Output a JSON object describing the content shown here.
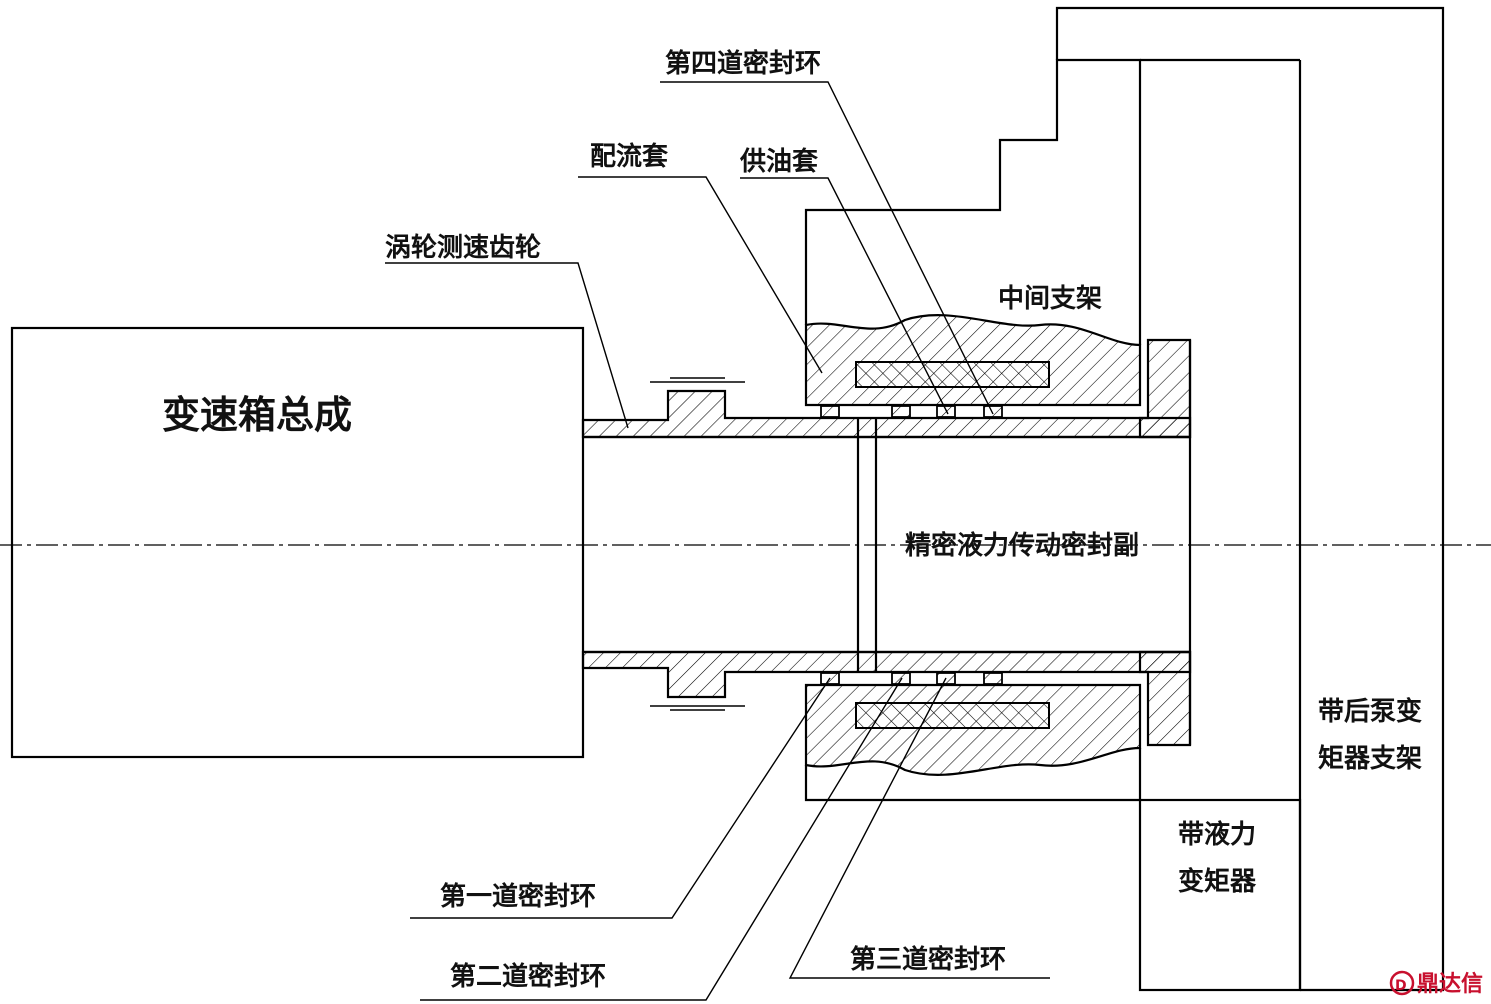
{
  "labels": {
    "gearbox_assembly": "变速箱总成",
    "turbine_speed_gear": "涡轮测速齿轮",
    "distribution_sleeve": "配流套",
    "oil_supply_sleeve": "供油套",
    "fourth_seal_ring": "第四道密封环",
    "middle_bracket": "中间支架",
    "precision_seal_pair": "精密液力传动密封副",
    "first_seal_ring": "第一道密封环",
    "second_seal_ring": "第二道密封环",
    "third_seal_ring": "第三道密封环",
    "torque_converter_line1": "带液力",
    "torque_converter_line2": "变矩器",
    "rear_pump_bracket_line1": "带后泵变",
    "rear_pump_bracket_line2": "矩器支架"
  },
  "watermark": {
    "text": "鼎达信",
    "color": "#c8102e"
  }
}
